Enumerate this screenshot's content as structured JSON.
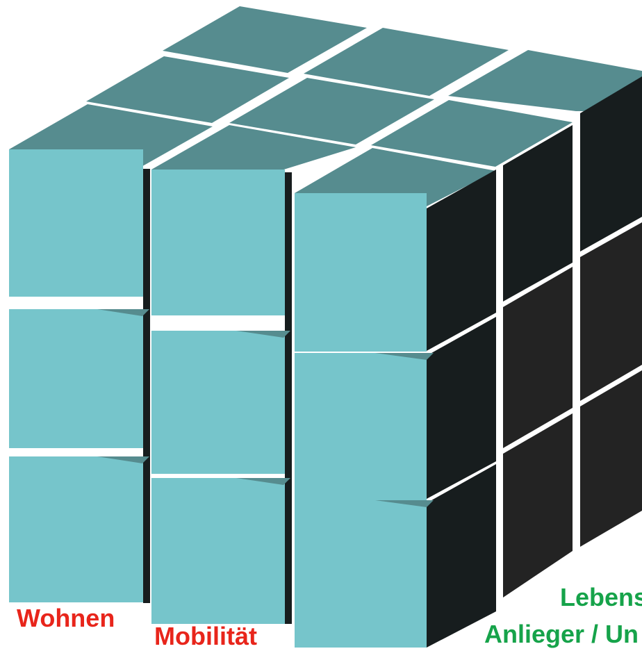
{
  "labels": {
    "wohnen": "Wohnen",
    "mobilitaet": "Mobilität",
    "lebens": "Lebens",
    "anlieger": "Anlieger / Un"
  },
  "colors": {
    "front_face": "#76c5cb",
    "top_face": "#568c8f",
    "side_face_dark": "#171d1e",
    "side_face_grey": "#232323",
    "label_red": "#e8251b",
    "label_green": "#16a34a"
  }
}
